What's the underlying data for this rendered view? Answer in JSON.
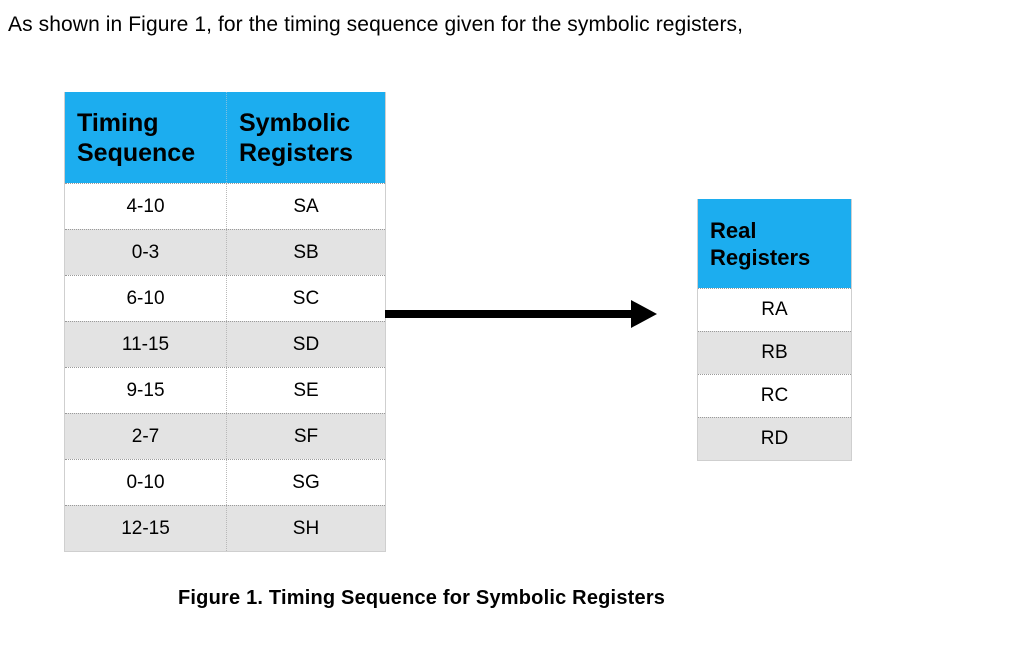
{
  "colors": {
    "header_blue": "#1CADEF",
    "row_gray": "#E3E3E3",
    "row_white": "#FFFFFF",
    "text": "#000000",
    "arrow": "#000000"
  },
  "intro": {
    "text": "As shown in Figure 1, for the timing sequence given for the symbolic registers,"
  },
  "symbolic_table": {
    "columns": [
      "Timing Sequence",
      "Symbolic Registers"
    ],
    "rows": [
      {
        "timing": "4-10",
        "register": "SA"
      },
      {
        "timing": "0-3",
        "register": "SB"
      },
      {
        "timing": "6-10",
        "register": "SC"
      },
      {
        "timing": "11-15",
        "register": "SD"
      },
      {
        "timing": "9-15",
        "register": "SE"
      },
      {
        "timing": "2-7",
        "register": "SF"
      },
      {
        "timing": "0-10",
        "register": "SG"
      },
      {
        "timing": "12-15",
        "register": "SH"
      }
    ]
  },
  "real_table": {
    "column": "Real Registers",
    "rows": [
      {
        "register": "RA"
      },
      {
        "register": "RB"
      },
      {
        "register": "RC"
      },
      {
        "register": "RD"
      }
    ]
  },
  "arrow": {
    "icon": "right-arrow-icon",
    "direction": "right"
  },
  "caption": {
    "text": "Figure 1. Timing Sequence for Symbolic Registers"
  }
}
